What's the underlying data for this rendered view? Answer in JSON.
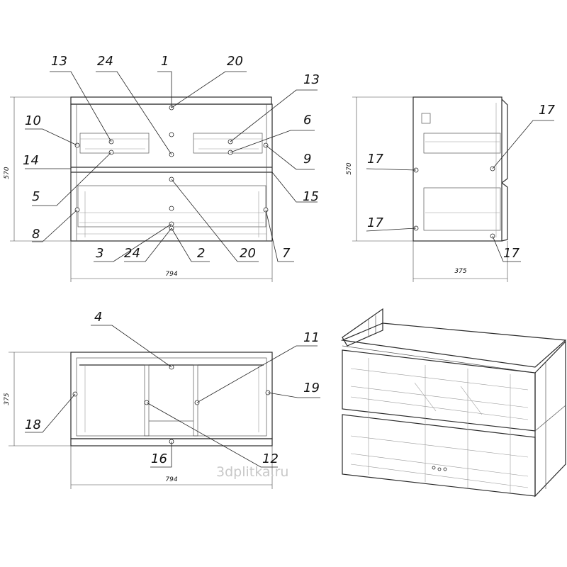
{
  "watermark": "3dplitka.ru",
  "dimensions": {
    "front_width": "794",
    "front_height": "570",
    "side_depth": "375",
    "side_height": "570",
    "top_width": "794",
    "top_depth": "375"
  },
  "callouts": {
    "front": [
      "13",
      "24",
      "1",
      "20",
      "13",
      "10",
      "6",
      "14",
      "9",
      "5",
      "15",
      "8",
      "3",
      "24",
      "2",
      "20",
      "7"
    ],
    "side": [
      "17",
      "17",
      "17",
      "17"
    ],
    "top": [
      "4",
      "11",
      "19",
      "18",
      "16",
      "12"
    ]
  }
}
